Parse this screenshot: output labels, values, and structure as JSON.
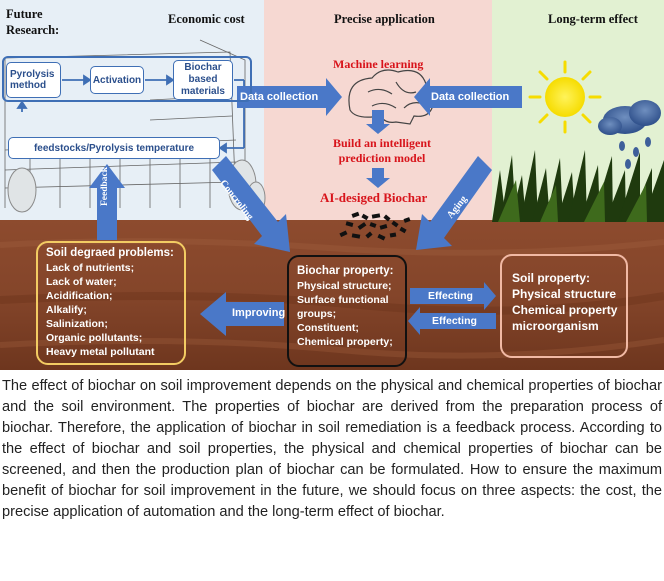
{
  "header": {
    "future_research": "Future\nResearch:",
    "economic_cost": "Economic cost",
    "precise_application": "Precise application",
    "long_term_effect": "Long-term effect"
  },
  "left_panel": {
    "pyrolysis_method": "Pyrolysis method",
    "activation": "Activation",
    "biochar_materials": "Biochar based materials",
    "feedstocks": "feedstocks/Pyrolysis temperature",
    "feedback": "Feedback"
  },
  "middle_panel": {
    "data_collection_left": "Data collection",
    "data_collection_right": "Data collection",
    "machine_learning": "Machine learning",
    "build_model": "Build an intelligent prediction model",
    "ai_biochar": "AI-desiged Biochar"
  },
  "arrows": {
    "controling": "Concroling",
    "aging": "Aging",
    "improving": "Improving",
    "effecting_right": "Effecting",
    "effecting_left": "Effecting"
  },
  "soil_problems": {
    "title": "Soil degraed problems:",
    "items": [
      "Lack of nutrients;",
      "Lack of water;",
      "Acidification;",
      "Alkalify;",
      "Salinization;",
      "Organic pollutants;",
      "Heavy metal pollutant"
    ]
  },
  "biochar_property": {
    "title": "Biochar property:",
    "items": [
      "Physical structure;",
      "Surface functional groups;",
      "Constituent;",
      "Chemical property;"
    ]
  },
  "soil_property": {
    "title": "Soil property:",
    "items": [
      "Physical structure",
      "Chemical property",
      "microorganism"
    ]
  },
  "caption": "The effect of biochar on soil improvement depends on the physical and chemical properties of biochar and the soil environment. The properties of biochar are derived from the preparation process of biochar. Therefore, the application of biochar in soil remediation is a feedback process. According to the effect of biochar and soil properties, the physical and chemical properties of biochar can be screened, and then the production plan of biochar can be formulated. How to ensure the maximum benefit of biochar for soil improvement in the future, we should focus on three aspects: the cost, the precise application of automation and the long-term effect of biochar.",
  "colors": {
    "left_bg": "#e7eff6",
    "middle_bg": "#f6d8d2",
    "right_bg": "#e2f1d2",
    "soil_top": "#8a4a2e",
    "soil_bottom": "#7a3e22",
    "arrow_blue": "#4a78c8",
    "box_blue": "#3f6fb5",
    "red_text": "#d8141b",
    "problem_border": "#f3cc63",
    "biochar_border": "#111111",
    "soilprop_border": "#f1b9a4"
  }
}
